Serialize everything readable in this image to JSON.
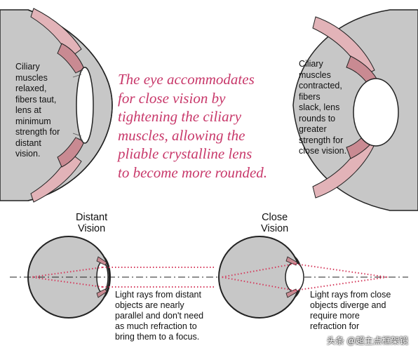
{
  "headline": [
    "The eye accommodates",
    " for close vision by",
    "tightening the ciliary",
    "muscles, allowing the",
    "pliable crystalline lens",
    "to become more rounded."
  ],
  "left_eye_text": "Ciliary\nmuscles\nrelaxed,\nfibers taut,\nlens at\nminimum\nstrength for\ndistant\nvision.",
  "right_eye_text": "Ciliary\nmuscles\ncontracted,\nfibers\nslack, lens\nrounds to\ngreater\nstrength for\nclose vision.",
  "distant_title": "Distant\nVision",
  "close_title": "Close\nVision",
  "distant_caption": "Light rays from distant\nobjects are nearly\nparallel and don't need\nas much refraction to\nbring them to a focus.",
  "close_caption": "Light rays from close\nobjects diverge and\nrequire more\nrefraction for",
  "watermark": "头条 @超主点框架镜",
  "colors": {
    "tissue": "#e2b3b8",
    "muscle": "#c98a92",
    "eye_fill": "#c7c7c7",
    "ray": "#d43a5c",
    "headline": "#c8386a"
  }
}
